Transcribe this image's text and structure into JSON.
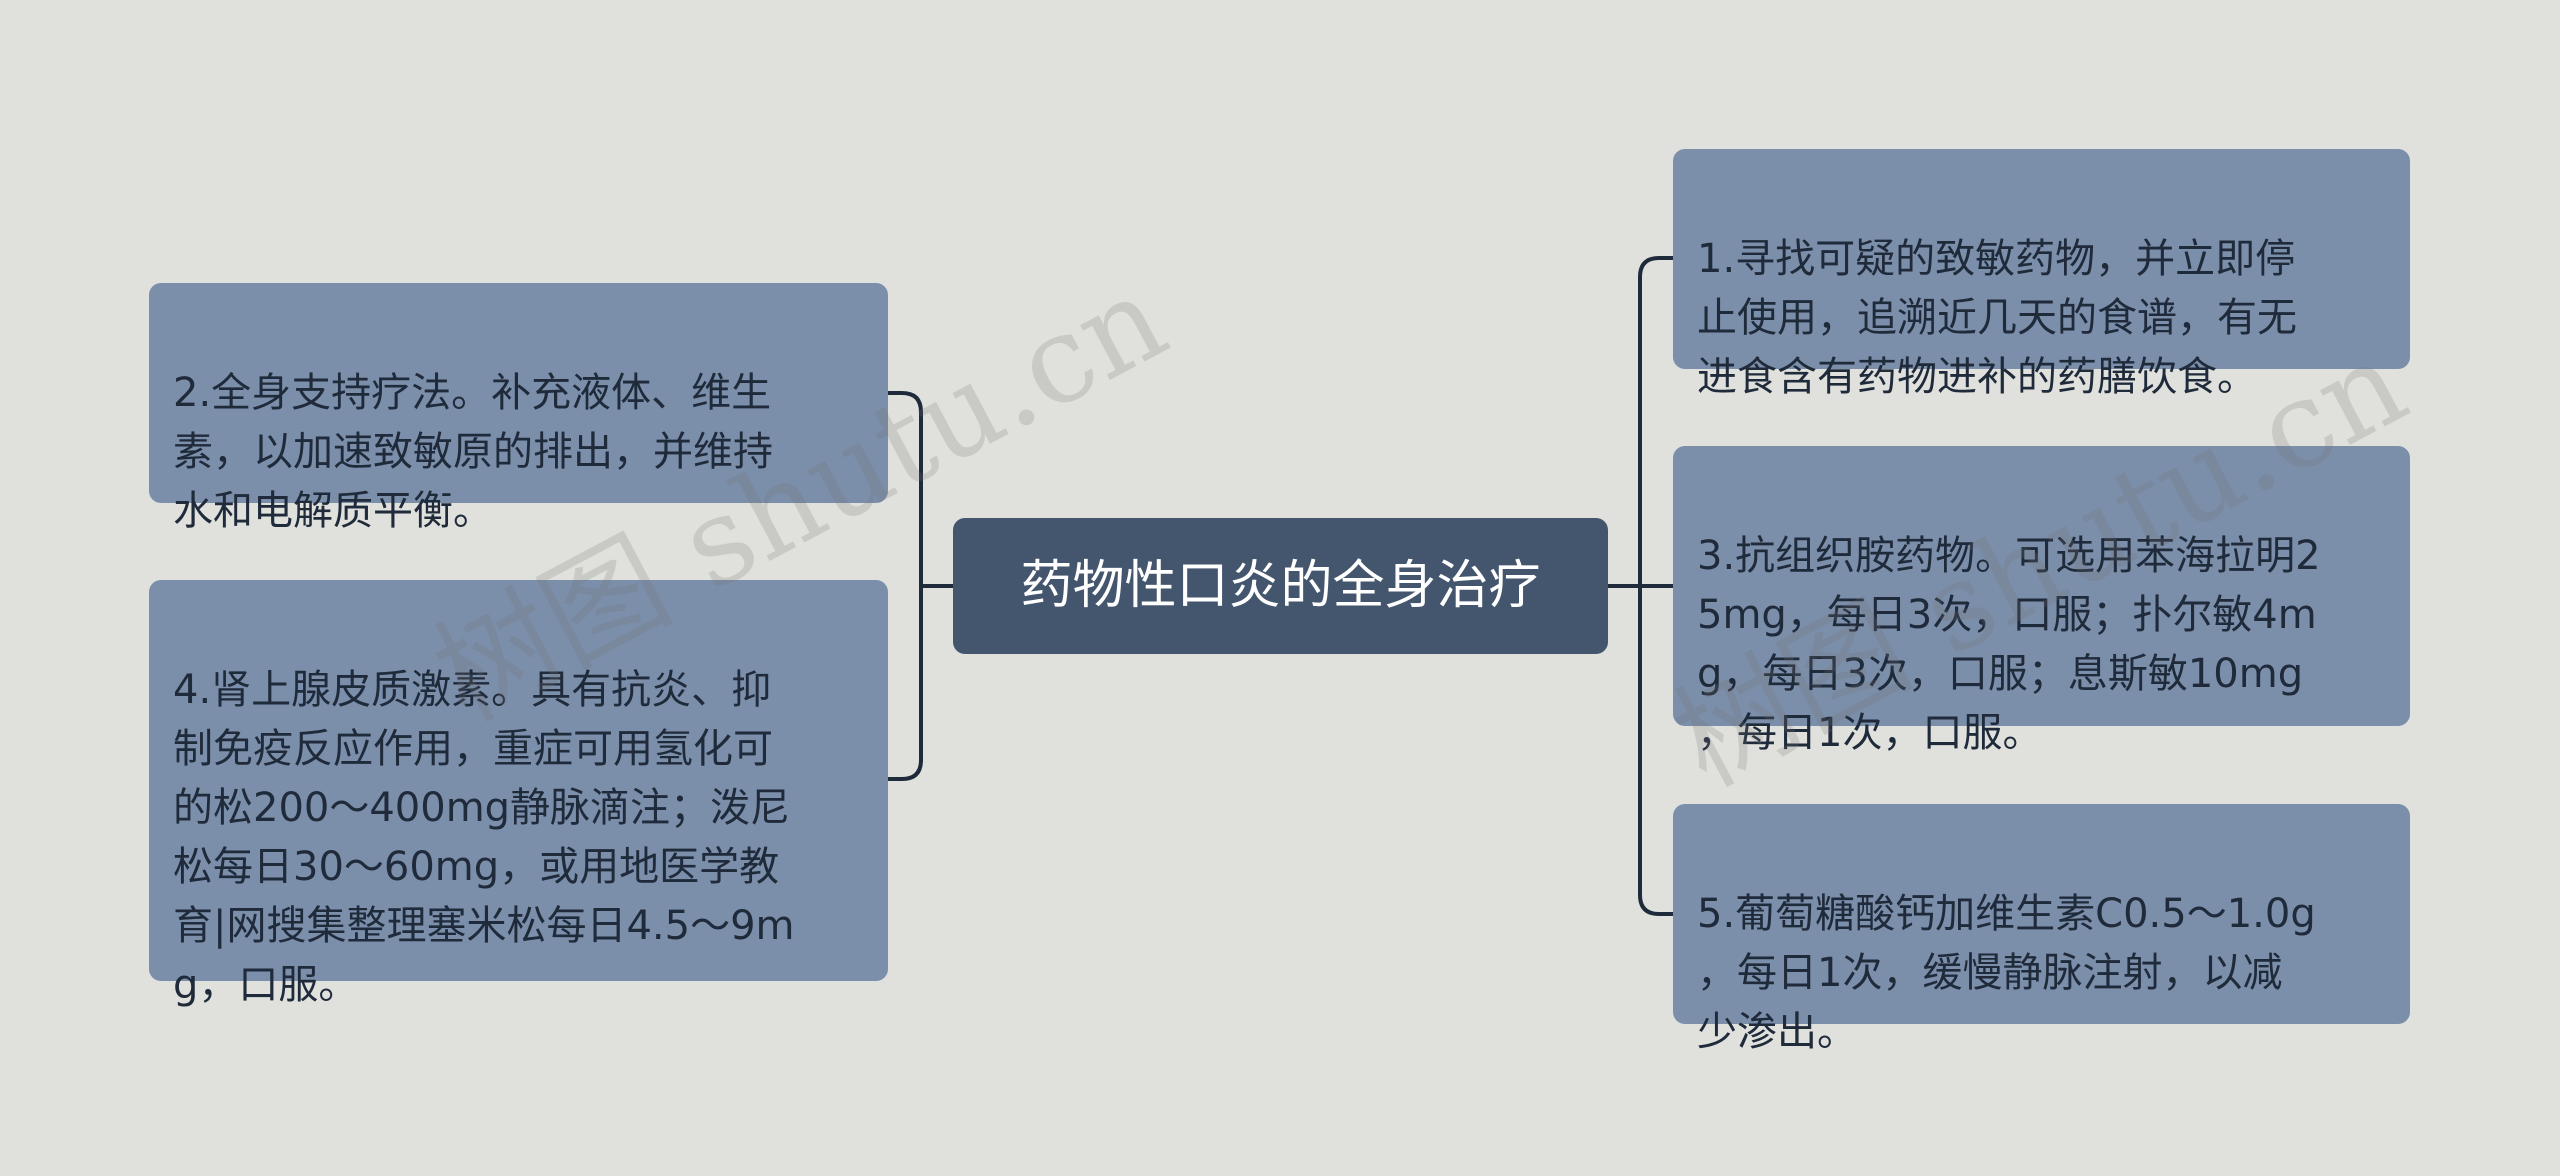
{
  "center": {
    "label": "药物性口炎的全身治疗"
  },
  "left": [
    {
      "text": "2.全身支持疗法。补充液体、维生\n素，以加速致敏原的排出，并维持\n水和电解质平衡。"
    },
    {
      "text": "4.肾上腺皮质激素。具有抗炎、抑\n制免疫反应作用，重症可用氢化可\n的松200～400mg静脉滴注；泼尼\n松每日30～60mg，或用地医学教\n育|网搜集整理塞米松每日4.5～9m\ng，口服。"
    }
  ],
  "right": [
    {
      "text": "1.寻找可疑的致敏药物，并立即停\n止使用，追溯近几天的食谱，有无\n进食含有药物进补的药膳饮食。"
    },
    {
      "text": "3.抗组织胺药物。可选用苯海拉明2\n5mg，每日3次，口服；扑尔敏4m\ng，每日3次，口服；息斯敏10mg\n，每日1次，口服。"
    },
    {
      "text": "5.葡萄糖酸钙加维生素C0.5～1.0g\n，每日1次，缓慢静脉注射，以减\n少渗出。"
    }
  ],
  "watermarks": [
    "树图 shutu.cn",
    "树图 shutu.cn"
  ],
  "colors": {
    "background": "#e0e1dd",
    "node": "#7b8eaa",
    "center": "#44556e",
    "line": "#1f2a3a"
  }
}
